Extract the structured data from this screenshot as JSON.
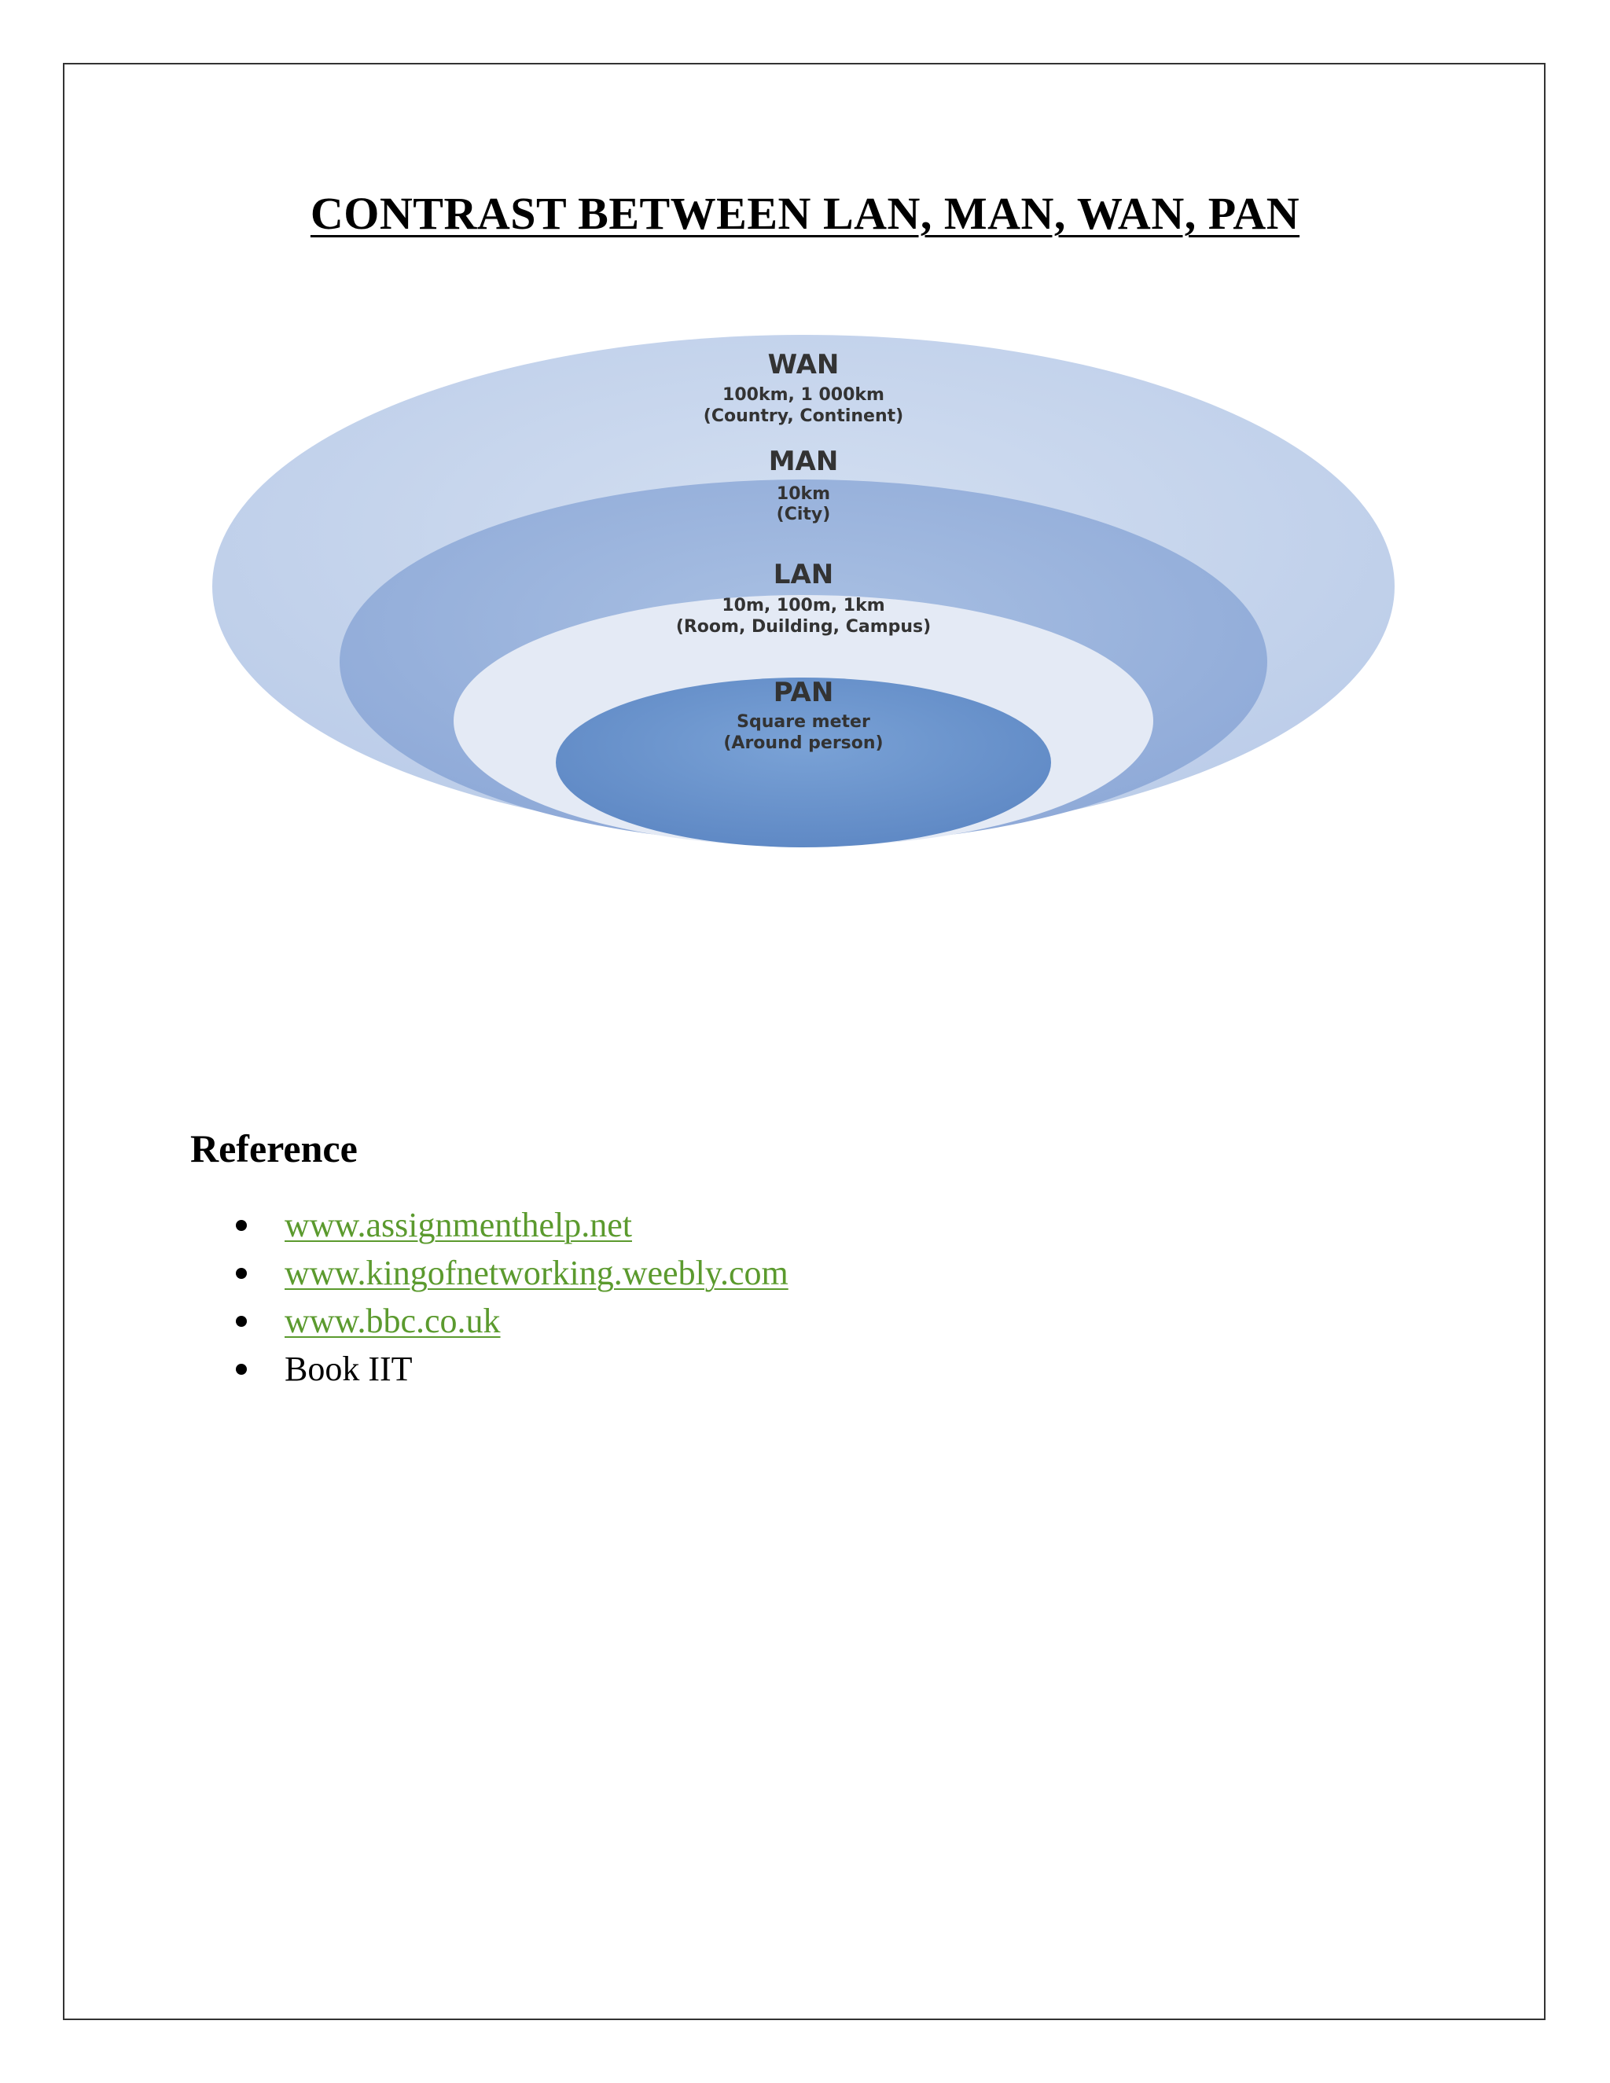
{
  "document": {
    "title": "CONTRAST BETWEEN LAN, MAN, WAN, PAN"
  },
  "diagram": {
    "rings": [
      {
        "name": "WAN",
        "range": "100km, 1 000km",
        "scope": "(Country, Continent)",
        "color": "#c5d4ec"
      },
      {
        "name": "MAN",
        "range": "10km",
        "scope": "(City)",
        "color": "#9bb5de"
      },
      {
        "name": "LAN",
        "range": "10m, 100m, 1km",
        "scope": "(Room, Duilding, Campus)",
        "color": "#e4eaf5"
      },
      {
        "name": "PAN",
        "range": "Square meter",
        "scope": "(Around person)",
        "color": "#6f98cf"
      }
    ]
  },
  "references": {
    "heading": "Reference",
    "items": [
      {
        "text": "www.assignmenthelp.net",
        "link": true
      },
      {
        "text": "www.kingofnetworking.weebly.com",
        "link": true
      },
      {
        "text": "www.bbc.co.uk",
        "link": true
      },
      {
        "text": "Book IIT",
        "link": false
      }
    ],
    "link_color": "#5b9a2e"
  }
}
